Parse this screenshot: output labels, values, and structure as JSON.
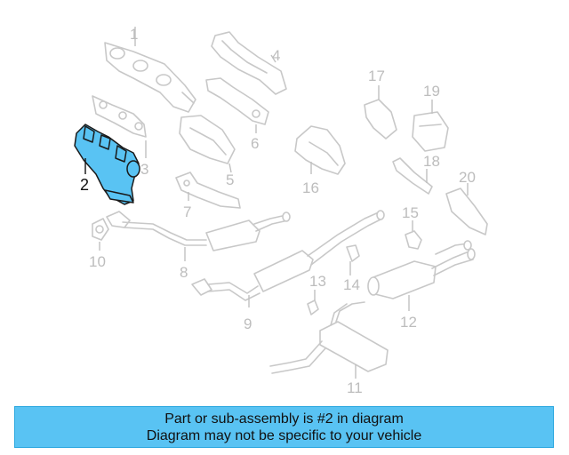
{
  "callouts": [
    "1",
    "2",
    "3",
    "4",
    "5",
    "6",
    "7",
    "8",
    "9",
    "10",
    "11",
    "12",
    "13",
    "14",
    "15",
    "16",
    "17",
    "18",
    "19",
    "20"
  ],
  "highlight_color": "#59c3f3",
  "banner": {
    "line1": "Part or sub-assembly is #2 in diagram",
    "line2": "Diagram may not be specific to your vehicle"
  }
}
